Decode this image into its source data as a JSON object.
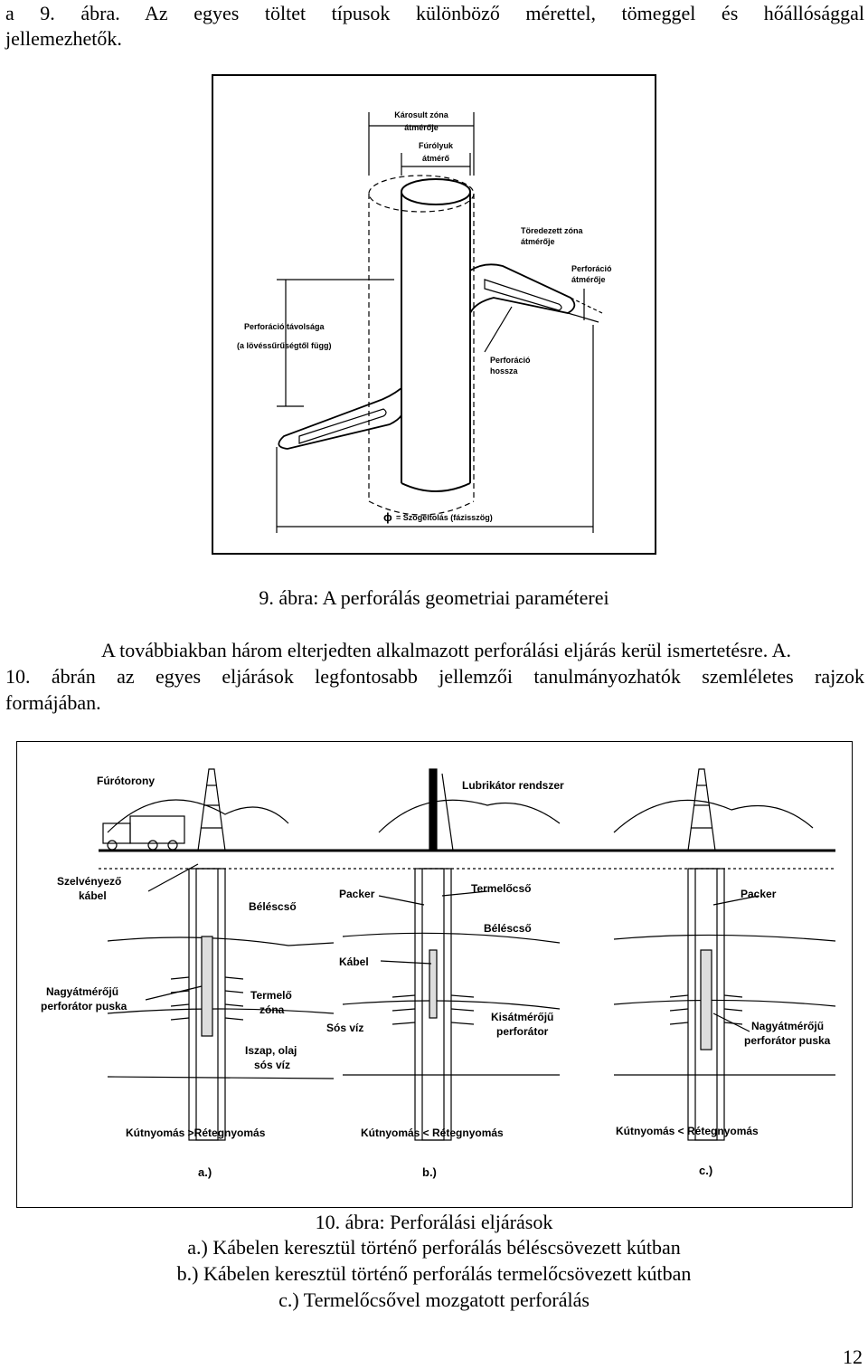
{
  "intro": {
    "line1": "a   9.  ábra.  Az  egyes  töltet  típusok  különböző  mérettel,  tömeggel  és  hőállósággal",
    "line2": "jellemezhetők."
  },
  "figure9": {
    "labels": {
      "damaged_zone_1": "Károsult zóna",
      "damaged_zone_2": "átmérője",
      "borehole_1": "Fúrólyuk",
      "borehole_2": "átmérő",
      "crushed_zone_1": "Töredezett zóna",
      "crushed_zone_2": "átmérője",
      "perf_diameter_1": "Perforáció",
      "perf_diameter_2": "átmérője",
      "perf_distance_1": "Perforáció távolsága",
      "perf_distance_2": "(a lövéssűrűségtől függ)",
      "perf_length_1": "Perforáció",
      "perf_length_2": "hossza",
      "phasing_symbol": "ϕ",
      "phasing": "= Szögeltolás (fázisszög)"
    },
    "caption": "9. ábra: A perforálás geometriai paraméterei"
  },
  "paragraph": {
    "line1": "A továbbiakban három elterjedten alkalmazott perforálási eljárás kerül ismertetésre. A.",
    "line2": "10.  ábrán  az  egyes  eljárások  legfontosabb  jellemzői  tanulmányozhatók  szemléletes  rajzok",
    "line3": "formájában."
  },
  "figure10": {
    "labels": {
      "derrick": "Fúrótorony",
      "lubricator": "Lubrikátor rendszer",
      "logging_cable_1": "Szelvényező",
      "logging_cable_2": "kábel",
      "casing_a": "Béléscső",
      "packer_b": "Packer",
      "tubing_b": "Termelőcső",
      "casing_b": "Béléscső",
      "packer_c": "Packer",
      "cable_b": "Kábel",
      "big_gun_a_1": "Nagyátmérőjű",
      "big_gun_a_2": "perforátor puska",
      "prod_zone_1": "Termelő",
      "prod_zone_2": "zóna",
      "salt_water": "Sós víz",
      "small_gun_1": "Kisátmérőjű",
      "small_gun_2": "perforátor",
      "mud_1": "Iszap, olaj",
      "mud_2": "sós víz",
      "big_gun_c_1": "Nagyátmérőjű",
      "big_gun_c_2": "perforátor puska",
      "pressure_a": "Kútnyomás >Rétegnyomás",
      "pressure_b": "Kútnyomás < Rétegnyomás",
      "pressure_c": "Kútnyomás < Rétegnyomás",
      "tag_a": "a.)",
      "tag_b": "b.)",
      "tag_c": "c.)"
    },
    "caption": "10. ábra: Perforálási eljárások",
    "items": [
      "a.) Kábelen keresztül történő perforálás béléscsövezett kútban",
      "b.) Kábelen keresztül történő perforálás termelőcsövezett kútban",
      "c.) Termelőcsővel mozgatott perforálás"
    ]
  },
  "page_number": "12"
}
